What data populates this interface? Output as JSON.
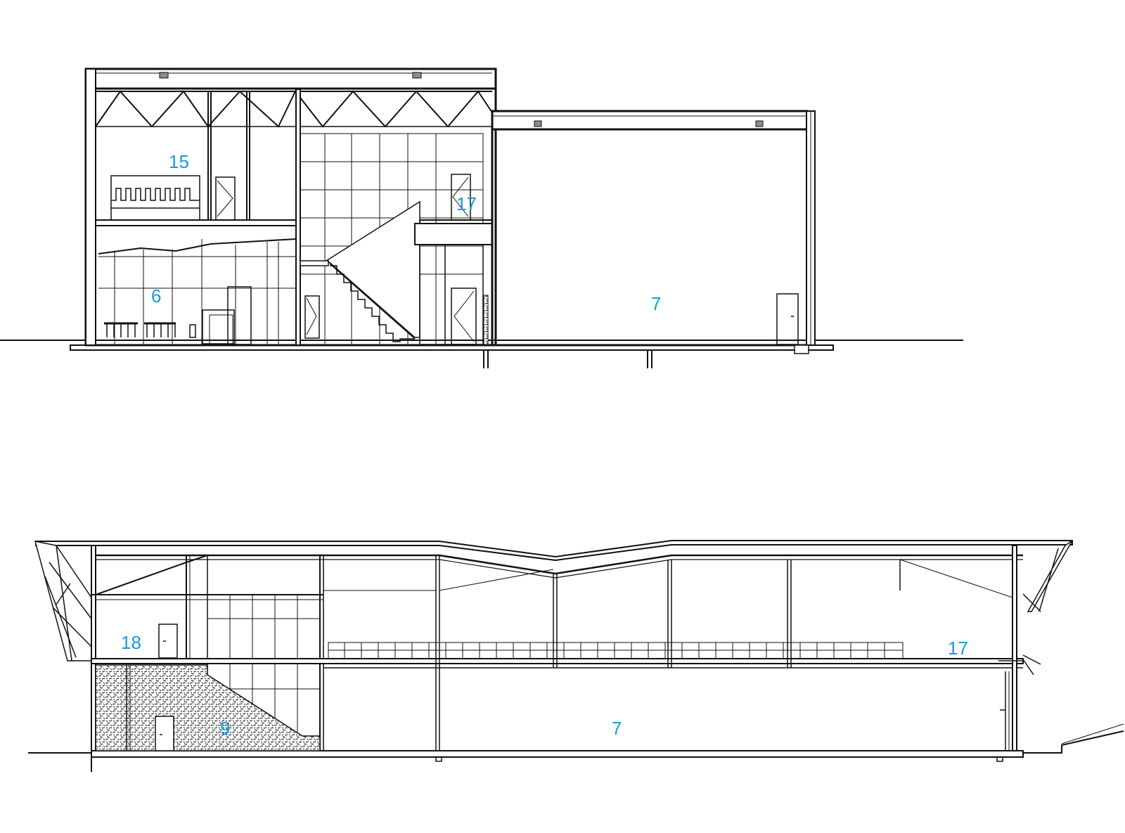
{
  "colors": {
    "line": "#111111",
    "fill_dark": "#8c8c8c",
    "label": "#1a9ad6"
  },
  "section_top": {
    "rooms": [
      {
        "id": "15",
        "label": "15"
      },
      {
        "id": "17",
        "label": "17"
      },
      {
        "id": "6",
        "label": "6"
      },
      {
        "id": "7",
        "label": "7"
      }
    ]
  },
  "section_bottom": {
    "rooms": [
      {
        "id": "18",
        "label": "18"
      },
      {
        "id": "17",
        "label": "17"
      },
      {
        "id": "9",
        "label": "9"
      },
      {
        "id": "7",
        "label": "7"
      }
    ]
  }
}
